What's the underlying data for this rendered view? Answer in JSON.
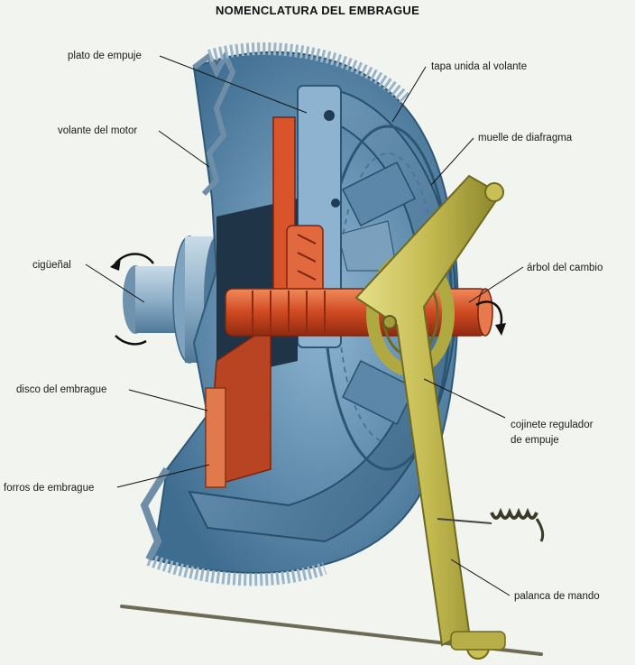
{
  "title": "NOMENCLATURA DEL EMBRAGUE",
  "labels": {
    "plato_de_empuje": "plato de empuje",
    "volante_del_motor": "volante del motor",
    "ciguenal": "cigüeñal",
    "disco_del_embrague": "disco del embrague",
    "forros_de_embrague": "forros de embrague",
    "tapa_unida_al_volante": "tapa unida al volante",
    "muelle_de_diafragma": "muelle de diafragma",
    "arbol_del_cambio": "árbol del cambio",
    "cojinete_line1": "cojinete regulador",
    "cojinete_line2": "de empuje",
    "palanca_de_mando": "palanca de mando"
  },
  "colors": {
    "background": "#f2f4f0",
    "steel_blue": "#5d8fb5",
    "steel_dark": "#2f5876",
    "flywheel_teeth": "#7f9fb8",
    "orange_part": "#d9542a",
    "lever_yellow": "#c9c05a",
    "lever_dark": "#8e8a2c"
  }
}
